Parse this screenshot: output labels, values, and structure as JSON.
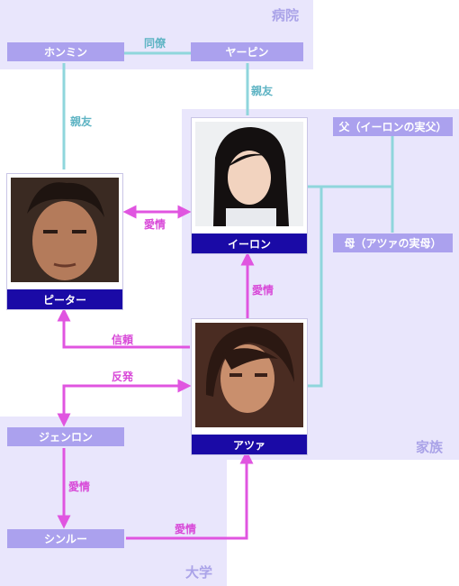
{
  "regions": {
    "hospital": "病院",
    "family": "家族",
    "university": "大学"
  },
  "people": {
    "honmin": "ホンミン",
    "yapin": "ヤーピン",
    "father": "父（イーロンの実父）",
    "mother": "母（アツァの実母）",
    "peter": "ピーター",
    "ilong": "イーロン",
    "atsua": "アツァ",
    "jenron": "ジェンロン",
    "shinru": "シンルー"
  },
  "relations": {
    "colleague": "同僚",
    "friend_yapin": "親友",
    "friend_honmin": "親友",
    "love_peter_ilong": "愛情",
    "love_atsua_ilong": "愛情",
    "trust": "信頼",
    "rebel": "反発",
    "love_jenron_shinru": "愛情",
    "love_shinru_atsua": "愛情"
  },
  "colors": {
    "region_bg": "#e9e6fc",
    "name_box": "#aba1ee",
    "card_label": "#1a0aa6",
    "cyan_line": "#8fd6dc",
    "pink_line": "#e055e0"
  }
}
